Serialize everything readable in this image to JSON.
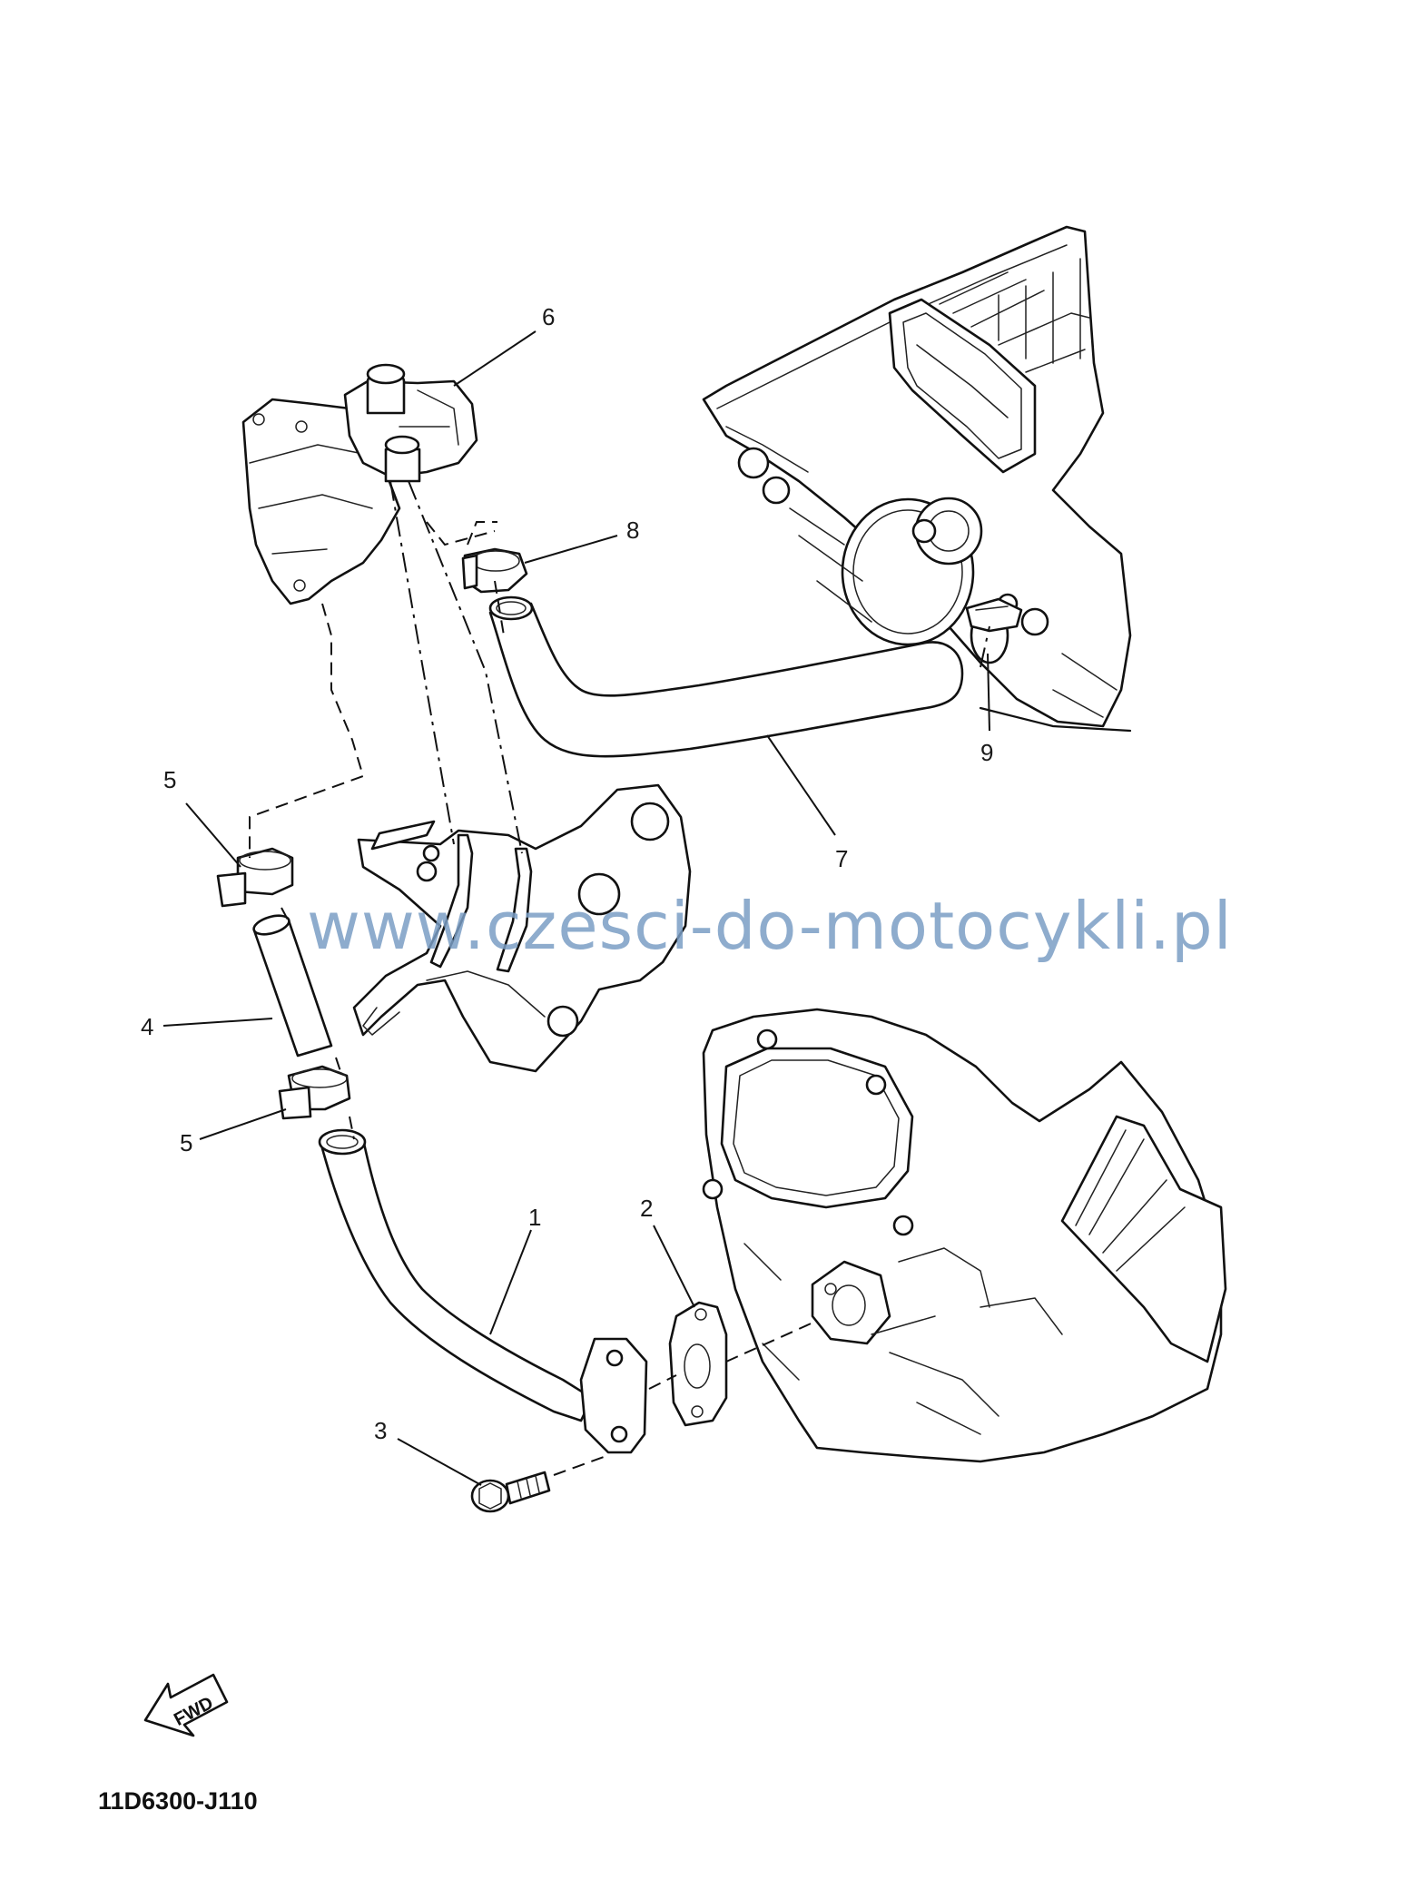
{
  "callouts": {
    "c1": "1",
    "c2": "2",
    "c3": "3",
    "c4": "4",
    "c5a": "5",
    "c5b": "5",
    "c6": "6",
    "c7": "7",
    "c8": "8",
    "c9": "9"
  },
  "watermark": "www.czesci-do-motocykli.pl",
  "fwd_label": "FWD",
  "diagram_code": "11D6300-J110",
  "colors": {
    "ink": "#111111",
    "watermark": "#7a9ec4",
    "background": "#ffffff"
  }
}
